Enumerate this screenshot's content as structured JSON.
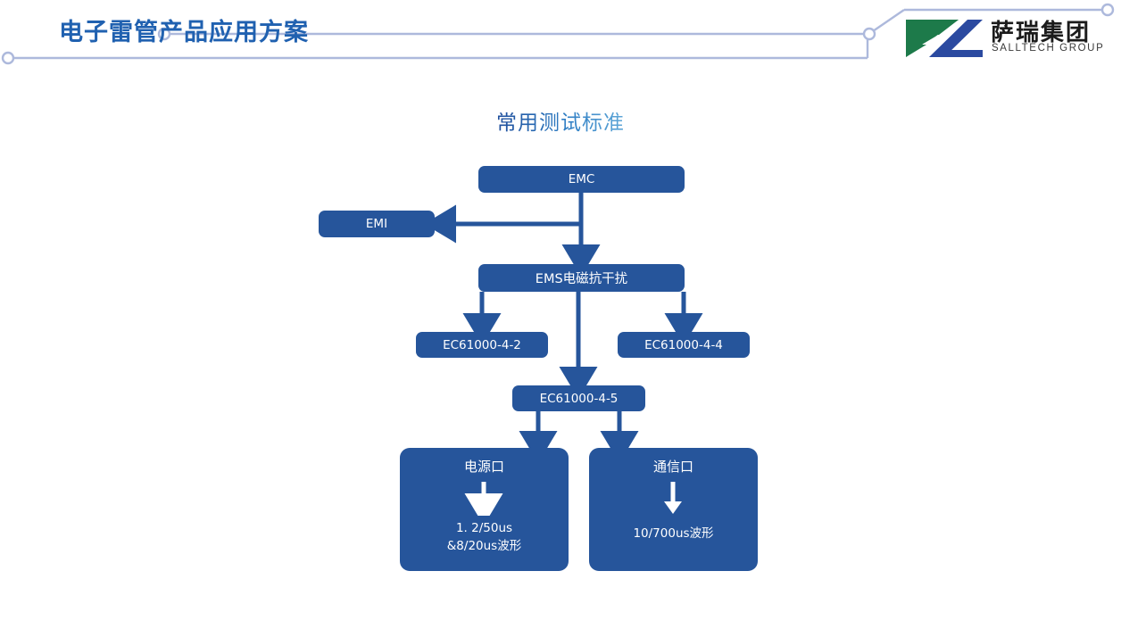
{
  "header": {
    "title": "电子雷管产品应用方案",
    "title_color": "#2061b0",
    "trace_color": "#adb9dc"
  },
  "logo": {
    "mark_name": "salltech-logo-mark",
    "green": "#1d7a4a",
    "blue": "#2b4aa0",
    "name_cn": "萨瑞集团",
    "name_en": "SALLTECH GROUP"
  },
  "diagram": {
    "title": "常用测试标准",
    "node_color": "#26559b",
    "arrow_color": "#26559b",
    "nodes": {
      "emc": "EMC",
      "emi": "EMI",
      "ems": "EMS电磁抗干扰",
      "iec_4_2": "EC61000-4-2",
      "iec_4_4": "EC61000-4-4",
      "iec_4_5": "EC61000-4-5",
      "power_port": {
        "title": "电源口",
        "body": "1. 2/50us\n&8/20us波形"
      },
      "comm_port": {
        "title": "通信口",
        "body": "10/700us波形"
      }
    }
  }
}
